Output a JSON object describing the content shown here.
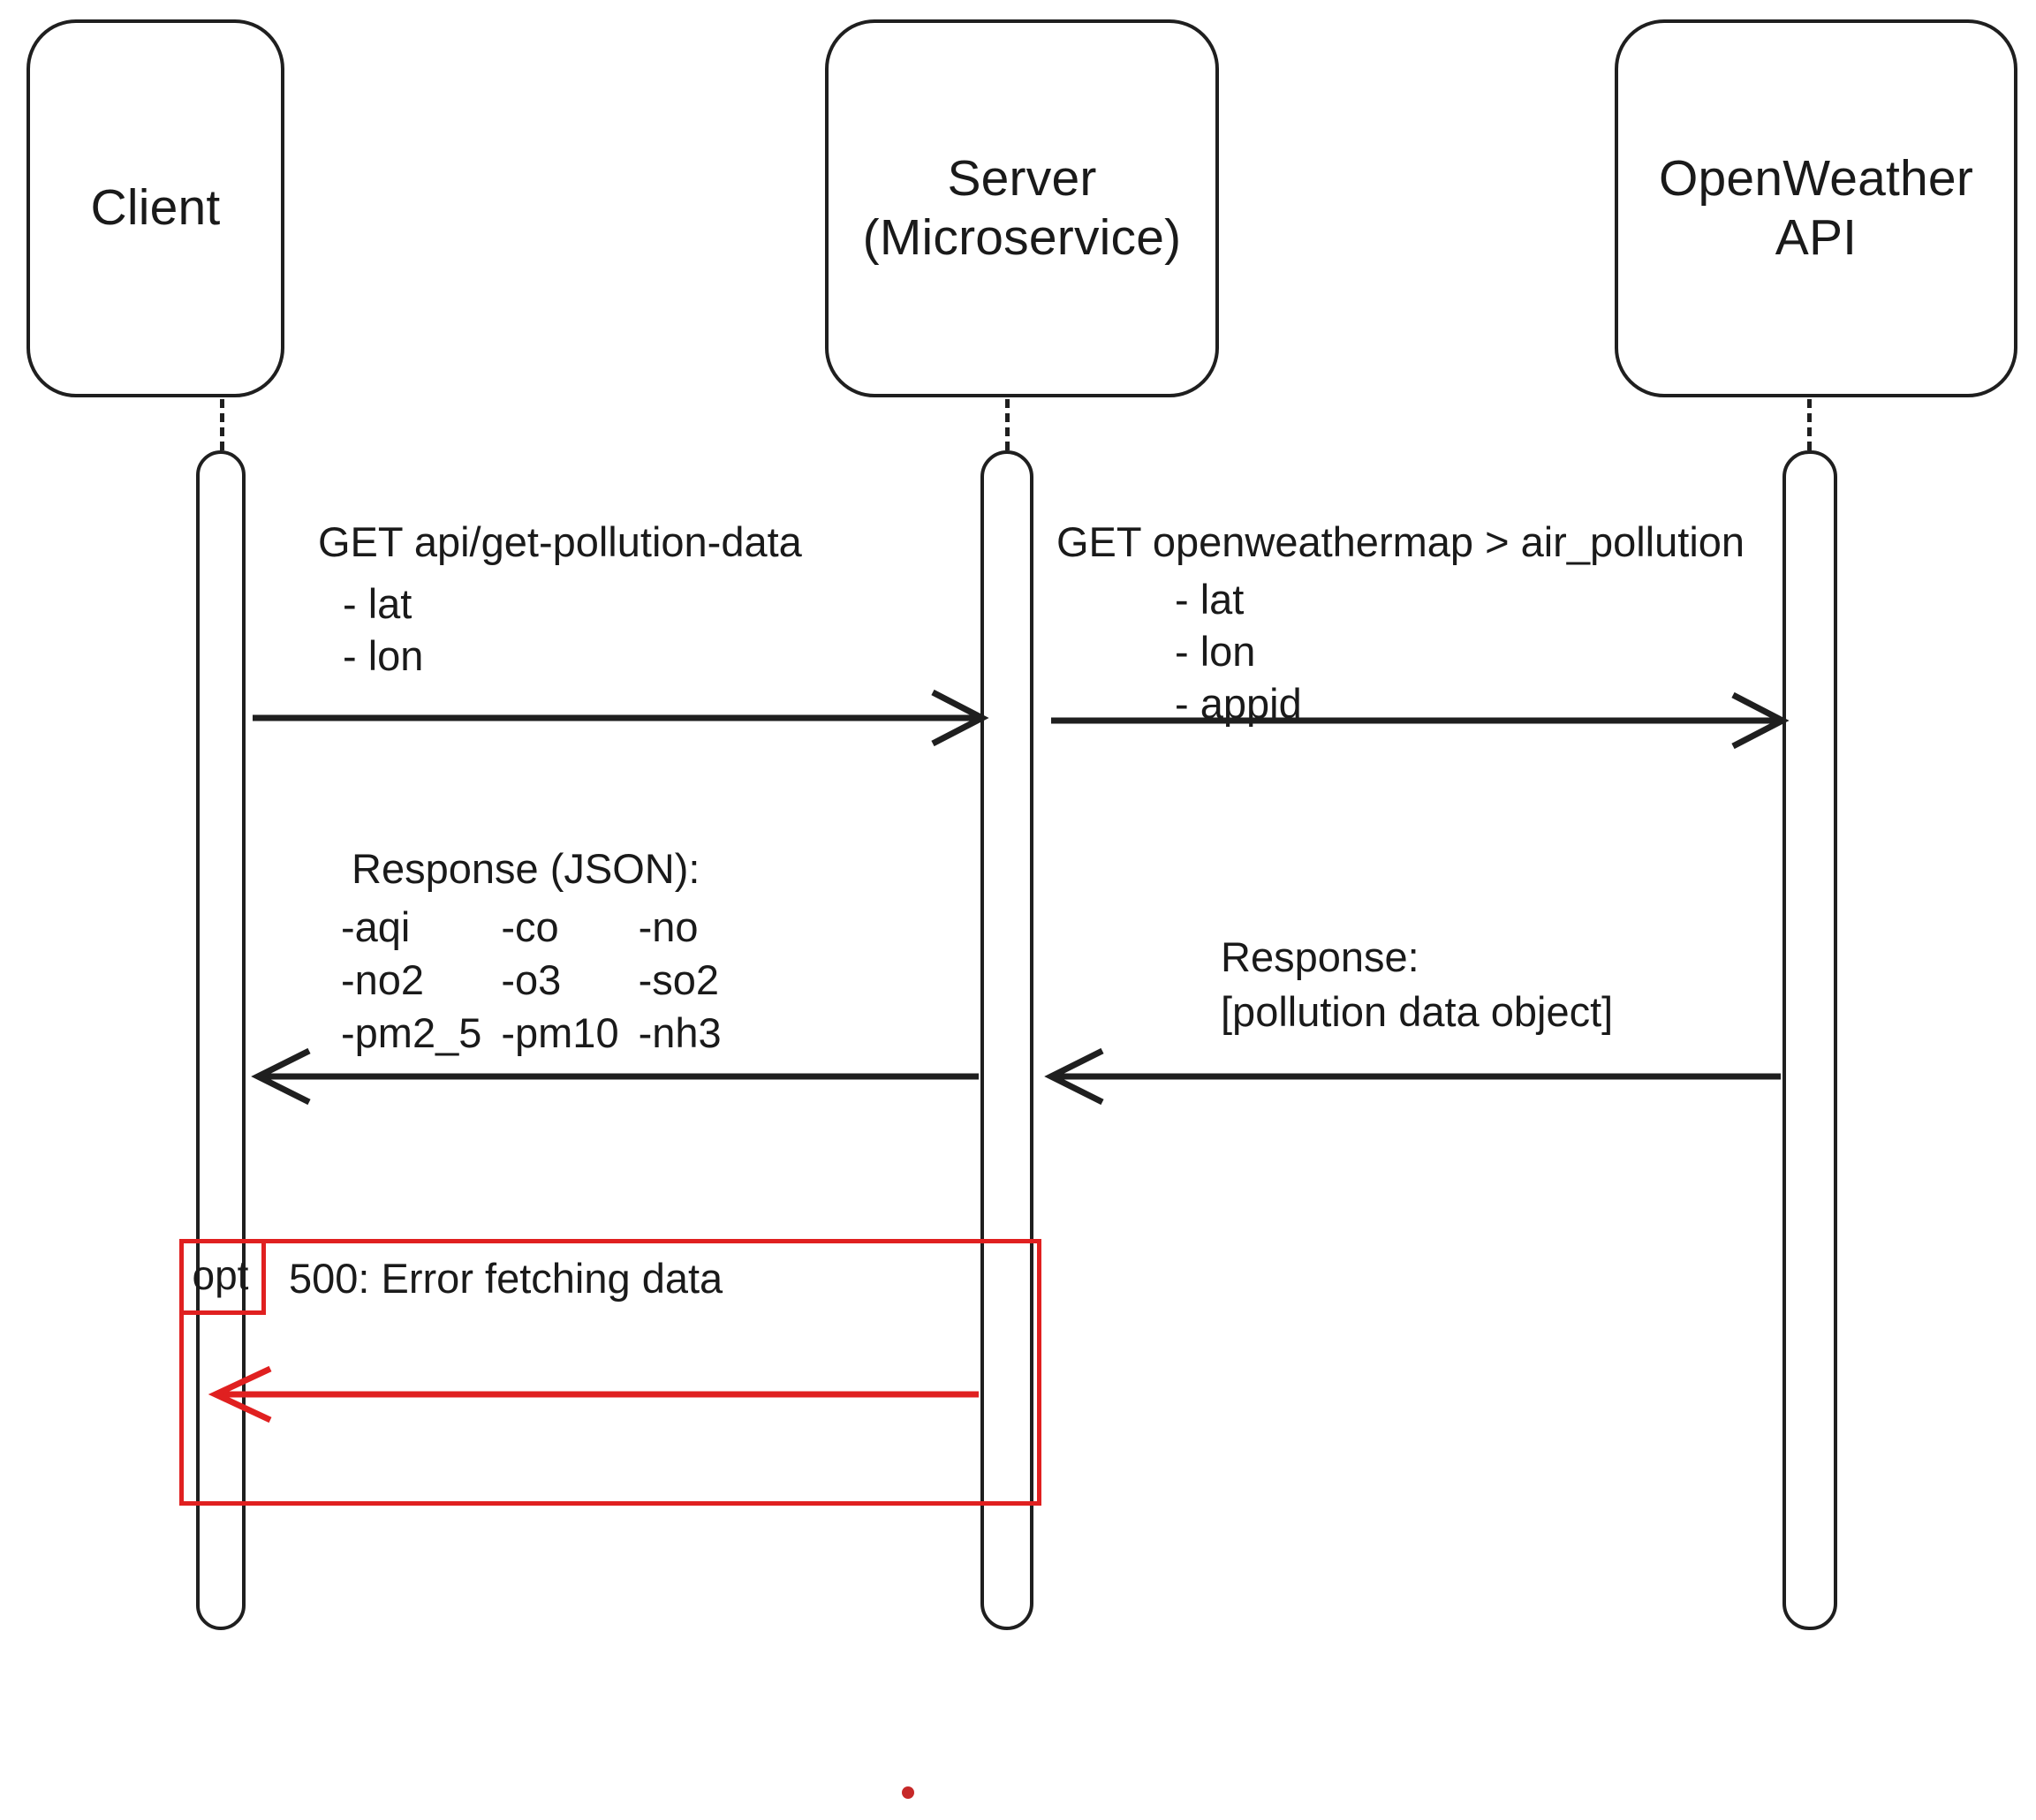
{
  "diagram": {
    "type": "uml-sequence-diagram",
    "participants": [
      {
        "id": "client",
        "label": "Client"
      },
      {
        "id": "server",
        "label": "Server\n(Microservice)"
      },
      {
        "id": "openweather",
        "label": "OpenWeather\nAPI"
      }
    ],
    "messages": [
      {
        "id": "m1",
        "from": "client",
        "to": "server",
        "direction": "right",
        "color": "#1f1f1f",
        "title": "GET api/get-pollution-data",
        "params": "- lat\n- lon"
      },
      {
        "id": "m2",
        "from": "server",
        "to": "openweather",
        "direction": "right",
        "color": "#1f1f1f",
        "title": "GET openweathermap > air_pollution",
        "params": "- lat\n- lon\n- appid"
      },
      {
        "id": "m3",
        "from": "openweather",
        "to": "server",
        "direction": "left",
        "color": "#1f1f1f",
        "title": "Response:",
        "params": "[pollution data object]"
      },
      {
        "id": "m4",
        "from": "server",
        "to": "client",
        "direction": "left",
        "color": "#1f1f1f",
        "title": "Response (JSON):",
        "fields": [
          [
            "-aqi",
            "-co",
            "-no"
          ],
          [
            "-no2",
            "-o3",
            "-so2"
          ],
          [
            "-pm2_5",
            "-pm10",
            "-nh3"
          ]
        ]
      }
    ],
    "fragment": {
      "operator": "opt",
      "title": "500: Error fetching data",
      "color": "#e02020",
      "message": {
        "from": "server",
        "to": "client",
        "direction": "left",
        "color": "#e02020"
      }
    },
    "marker": {
      "name": "red-dot",
      "color": "#c62828"
    }
  }
}
